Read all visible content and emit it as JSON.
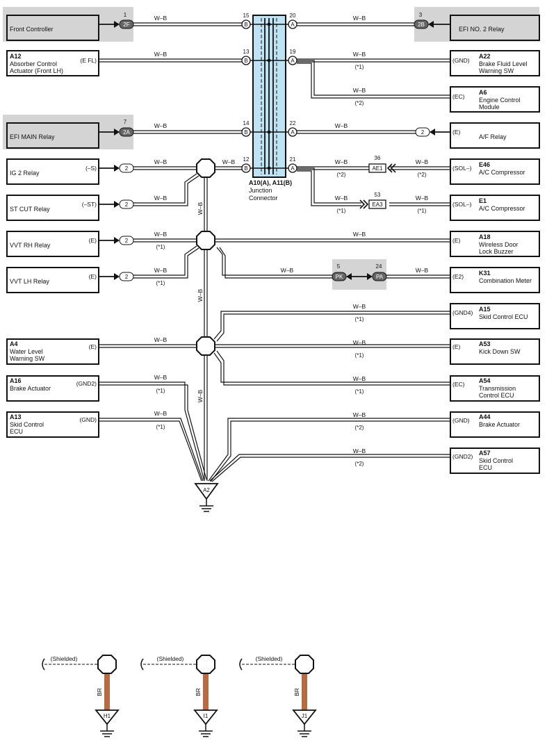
{
  "wire_color": "W–B",
  "colors": {
    "line": "#111111",
    "box_shade": "#d4d4d4",
    "junction_fill": "#bfe3f3",
    "shield_wire": "#b86a42"
  },
  "junction": {
    "line1": "A10(A), A11(B)",
    "line2": "Junction",
    "line3": "Connector"
  },
  "jpins": {
    "b15": "15",
    "b13": "13",
    "b14": "14",
    "b12": "12",
    "a20": "20",
    "a19": "19",
    "a22": "22",
    "a21": "21",
    "side_b": "B",
    "side_a": "A"
  },
  "left": {
    "front": {
      "name": "Front Controller",
      "num": "1",
      "plug": "2F"
    },
    "a12": {
      "code": "A12",
      "l1": "Absorber Control",
      "l2": "Actuator (Front LH)",
      "term": "(E FL)"
    },
    "efimain": {
      "name": "EFI MAIN Relay",
      "num": "7",
      "plug": "2A"
    },
    "ig2": {
      "name": "IG 2 Relay",
      "term": "(–S)",
      "plug": "2"
    },
    "stcut": {
      "name": "ST CUT Relay",
      "term": "(–ST)",
      "plug": "2"
    },
    "vvtrh": {
      "name": "VVT RH Relay",
      "term": "(E)",
      "plug": "2"
    },
    "vvtlh": {
      "name": "VVT LH Relay",
      "term": "(E)",
      "plug": "2"
    },
    "a4": {
      "code": "A4",
      "l1": "Water Level",
      "l2": "Warning SW",
      "term": "(E)"
    },
    "a16": {
      "code": "A16",
      "l1": "Brake Actuator",
      "term": "(GND2)"
    },
    "a13": {
      "code": "A13",
      "l1": "Skid Control",
      "l2": "ECU",
      "term": "(GND)"
    }
  },
  "right": {
    "efino2": {
      "name": "EFI NO. 2 Relay",
      "num": "3",
      "plug": "2B"
    },
    "a22": {
      "code": "A22",
      "l1": "Brake Fluid Level",
      "l2": "Warning SW",
      "term": "(GND)"
    },
    "a6": {
      "code": "A6",
      "l1": "Engine Control",
      "l2": "Module",
      "term": "(EC)"
    },
    "afrelay": {
      "name": "A/F Relay",
      "term": "(E)",
      "plug": "2"
    },
    "e46": {
      "code": "E46",
      "l1": "A/C Compressor",
      "term": "(SOL–)"
    },
    "e1": {
      "code": "E1",
      "l1": "A/C Compressor",
      "term": "(SOL–)"
    },
    "a18": {
      "code": "A18",
      "l1": "Wireless Door",
      "l2": "Lock Buzzer",
      "term": "(E)"
    },
    "k31": {
      "code": "K31",
      "l1": "Combination Meter",
      "term": "(E2)"
    },
    "a15": {
      "code": "A15",
      "l1": "Skid Control ECU",
      "term": "(GND4)"
    },
    "a53": {
      "code": "A53",
      "l1": "Kick Down SW",
      "term": "(E)"
    },
    "a54": {
      "code": "A54",
      "l1": "Transmission",
      "l2": "Control ECU",
      "term": "(EC)"
    },
    "a44": {
      "code": "A44",
      "l1": "Brake Actuator",
      "term": "(GND)"
    },
    "a57": {
      "code": "A57",
      "l1": "Skid Control",
      "l2": "ECU",
      "term": "(GND2)"
    }
  },
  "inline": {
    "ae1": {
      "num": "36",
      "label": "AE1"
    },
    "ea3": {
      "num": "53",
      "label": "EA3"
    },
    "pk": {
      "num": "5",
      "label": "PK"
    },
    "pa": {
      "num": "24",
      "label": "PA"
    }
  },
  "notes": {
    "n1": "(*1)",
    "n2": "(*2)"
  },
  "ground": {
    "label": "A2"
  },
  "shields": [
    {
      "label": "(Shielded)",
      "wire": "BR",
      "ground": "H1"
    },
    {
      "label": "(Shielded)",
      "wire": "BR",
      "ground": "I1"
    },
    {
      "label": "(Shielded)",
      "wire": "BR",
      "ground": "J1"
    }
  ]
}
